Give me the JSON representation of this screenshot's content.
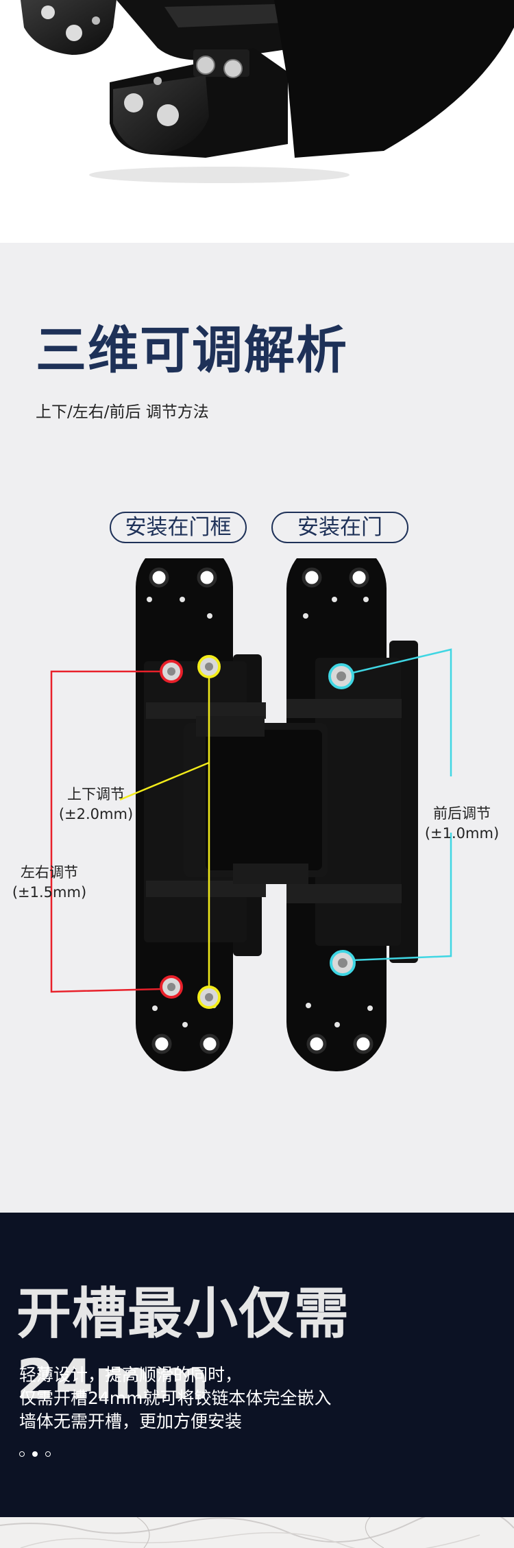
{
  "adjust": {
    "title": "三维可调解析",
    "subtitle": "上下/左右/前后 调节方法",
    "pill_frame": "安装在门框",
    "pill_door": "安装在门",
    "label_updown": "上下调节",
    "label_updown_range": "(±2.0mm)",
    "label_leftright": "左右调节",
    "label_leftright_range": "(±1.5mm)",
    "label_frontback": "前后调节",
    "label_frontback_range": "(±1.0mm)"
  },
  "slot": {
    "title": "开槽最小仅需24mm",
    "lines": [
      "轻薄设计，提高顺滑的同时，",
      "仅需开槽24mm就可将铰链本体完全嵌入",
      "墙体无需开槽，更加方便安装"
    ],
    "carousel_total": 3,
    "carousel_active": 2
  },
  "colors": {
    "title_navy": "#1e3158",
    "red_marker": "#e8202a",
    "yellow_marker": "#f3ec1a",
    "cyan_marker": "#3fd6e3",
    "dark_band": "#0c1224"
  }
}
